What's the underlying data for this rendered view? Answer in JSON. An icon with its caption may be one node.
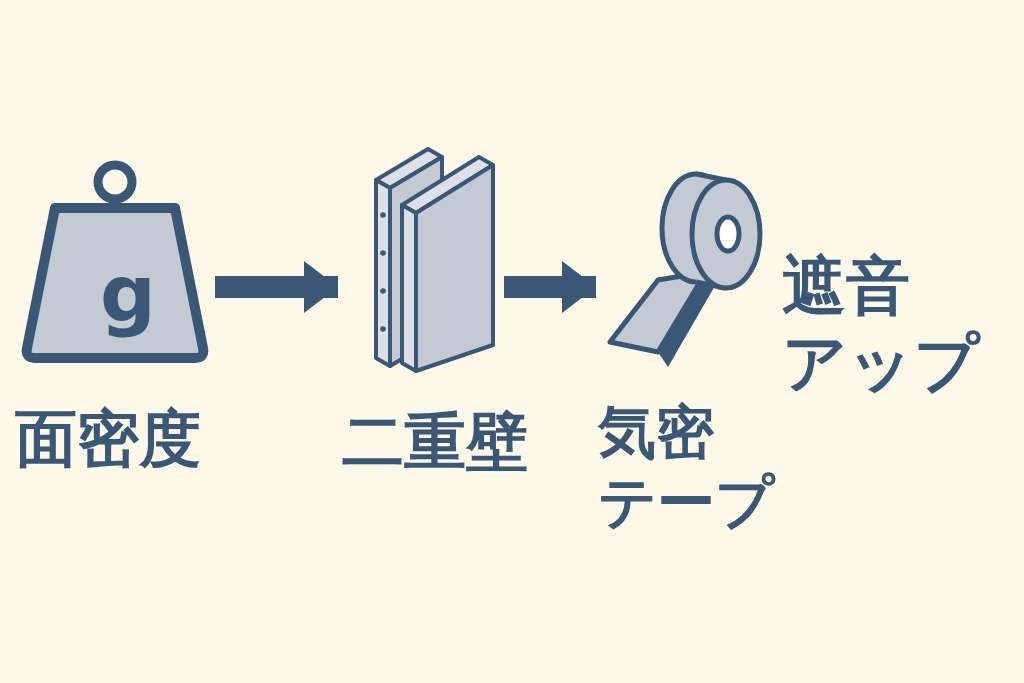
{
  "diagram": {
    "nodes": [
      {
        "text": [
          "g",
          "面密度"
        ]
      },
      {
        "text": [
          "二重壁"
        ]
      },
      {
        "text": [
          "気密テープ"
        ]
      }
    ],
    "edges": [
      {
        "from": 0,
        "to": 1,
        "arrow": "to"
      },
      {
        "from": 1,
        "to": 2,
        "arrow": "to"
      }
    ],
    "labels": [
      "遮音アップ"
    ]
  }
}
